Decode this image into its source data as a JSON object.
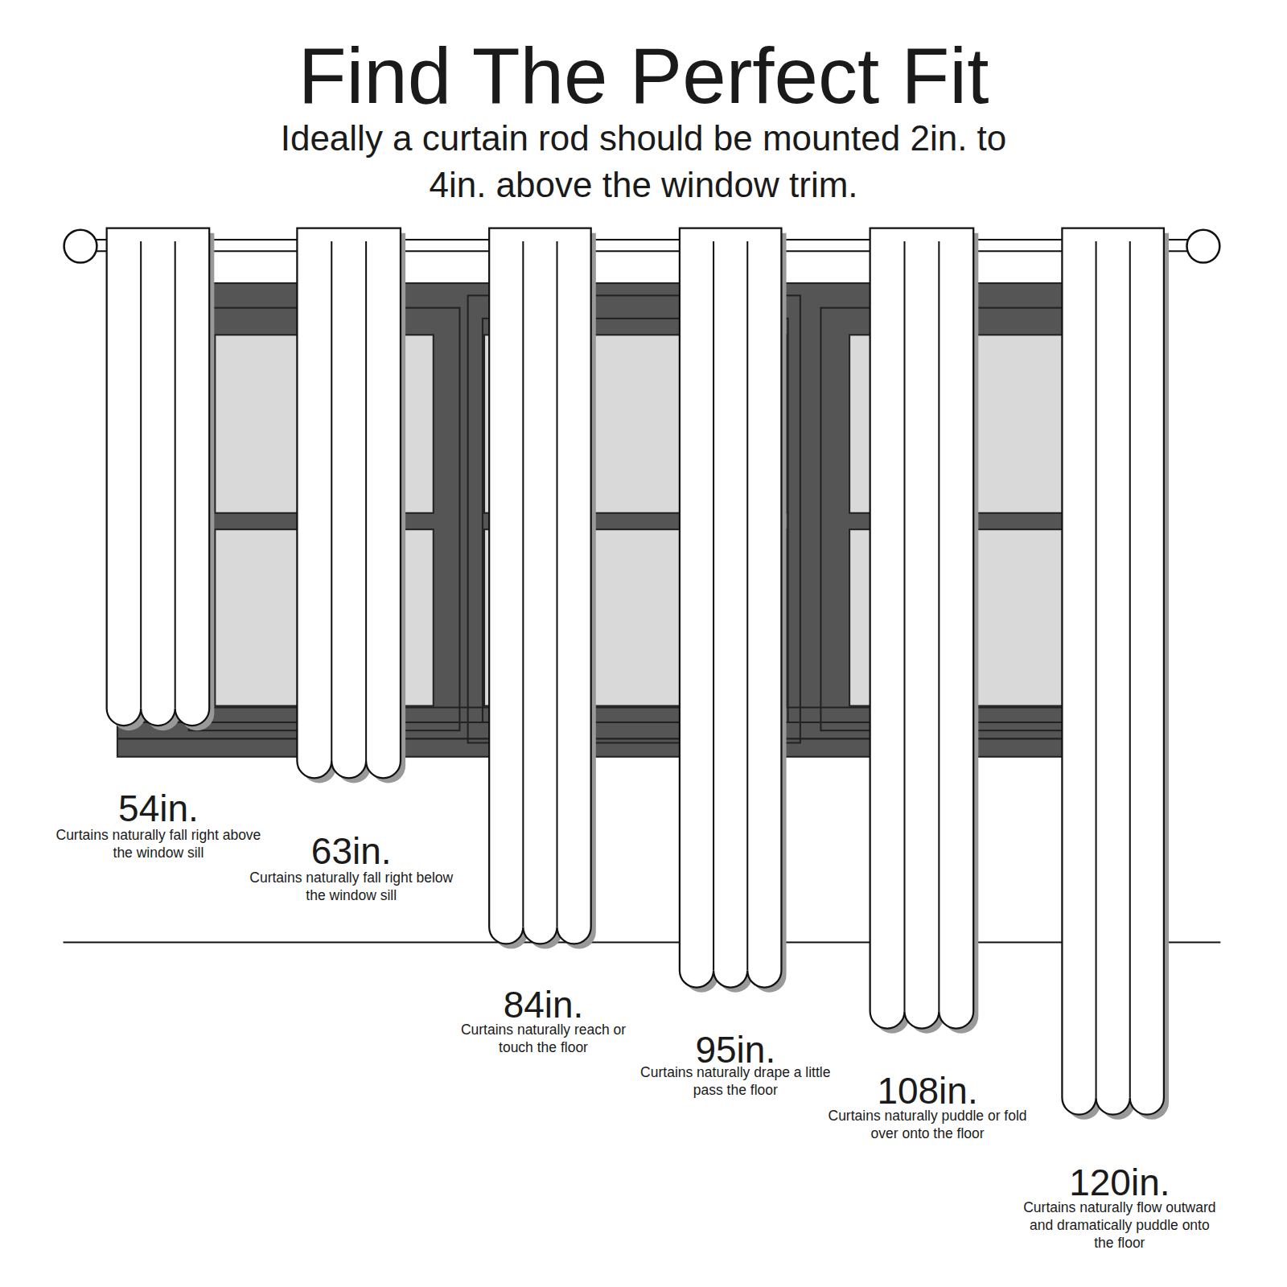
{
  "diagram": {
    "title": "Find The Perfect Fit",
    "labels": [
      "Ideally a curtain rod should be mounted 2in. to 4in. above the window trim.",
      "54in.",
      "Curtains naturally fall right above the window sill",
      "63in.",
      "Curtains naturally fall right below the window sill",
      "84in.",
      "Curtains naturally reach or touch the floor",
      "95in.",
      "Curtains naturally drape a little pass the floor",
      "108in.",
      "Curtains naturally puddle or fold over onto the floor",
      "120in.",
      "Curtains naturally flow outward and dramatically puddle onto the floor"
    ]
  }
}
